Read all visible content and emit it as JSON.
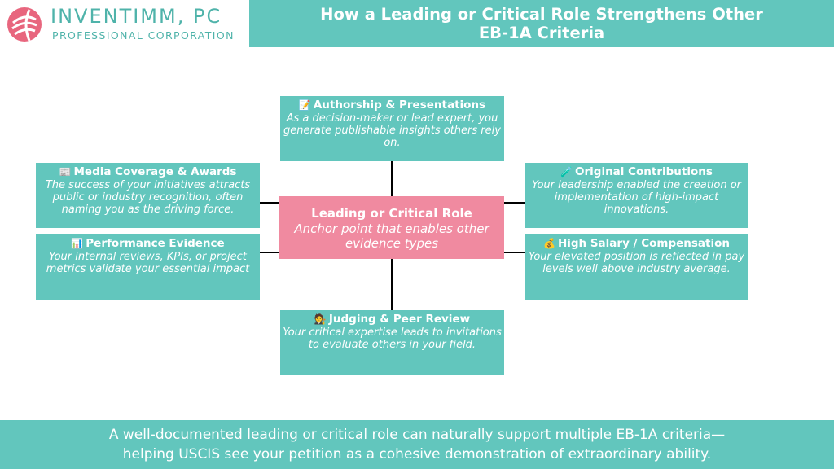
{
  "brand": {
    "name": "INVENTIMM, PC",
    "subtitle": "PROFESSIONAL CORPORATION",
    "color": "#4fb3aa",
    "mark_color": "#e8667e"
  },
  "header": {
    "title_line1": "How a Leading or Critical Role Strengthens Other",
    "title_line2": "EB-1A Criteria",
    "bg": "#62c6bd"
  },
  "diagram": {
    "center": {
      "title": "Leading or Critical Role",
      "desc": "Anchor point that enables other evidence types",
      "color": "#f08aa0"
    },
    "nodes": {
      "authorship": {
        "icon": "📝",
        "icon_name": "memo-icon",
        "title": "Authorship & Presentations",
        "desc": "As a decision-maker or lead expert, you generate publishable insights others rely on."
      },
      "media": {
        "icon": "📰",
        "icon_name": "newspaper-icon",
        "title": "Media Coverage & Awards",
        "desc": "The success of your initiatives attracts public or industry recognition, often naming you as the driving force."
      },
      "performance": {
        "icon": "📊",
        "icon_name": "bar-chart-icon",
        "title": "Performance Evidence",
        "desc": "Your internal reviews, KPIs, or project metrics validate your essential impact"
      },
      "original": {
        "icon": "🧪",
        "icon_name": "test-tube-icon",
        "title": "Original Contributions",
        "desc": "Your leadership enabled the creation or implementation of high-impact innovations."
      },
      "salary": {
        "icon": "💰",
        "icon_name": "money-bag-icon",
        "title": "High Salary / Compensation",
        "desc": "Your elevated position is reflected in pay levels well above industry average."
      },
      "judging": {
        "icon": "🧑‍⚖️",
        "icon_name": "judge-icon",
        "title": "Judging & Peer Review",
        "desc": "Your critical expertise leads to invitations to evaluate others in your field."
      }
    },
    "box_color": "#62c6bd",
    "line_color": "#000000"
  },
  "footer": {
    "line1": "A well-documented leading or critical role can naturally support multiple EB-1A criteria—",
    "line2": "helping USCIS see your petition as a cohesive demonstration of extraordinary ability."
  }
}
